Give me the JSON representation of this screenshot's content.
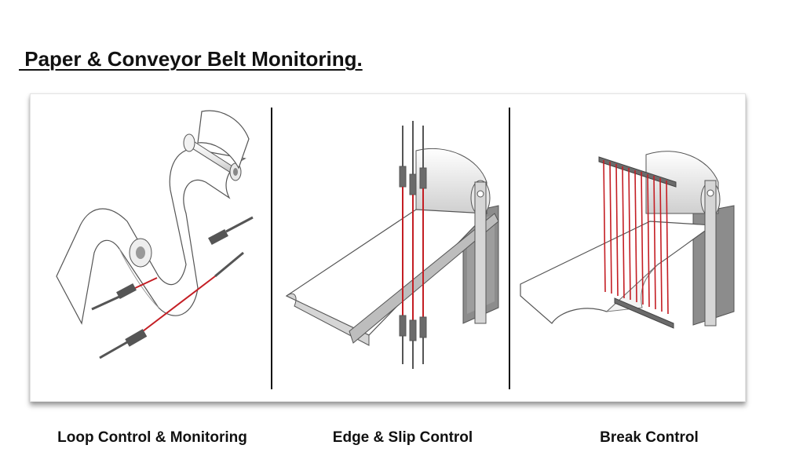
{
  "header": {
    "title": " Paper & Conveyor Belt Monitoring."
  },
  "panels": [
    {
      "caption": "Loop Control & Monitoring"
    },
    {
      "caption": "Edge & Slip Control"
    },
    {
      "caption": "Break Control"
    }
  ],
  "colors": {
    "beam": "#c41e24",
    "sensor": "#6b6b6b",
    "frame_shadow": "#555555",
    "text": "#111111"
  }
}
